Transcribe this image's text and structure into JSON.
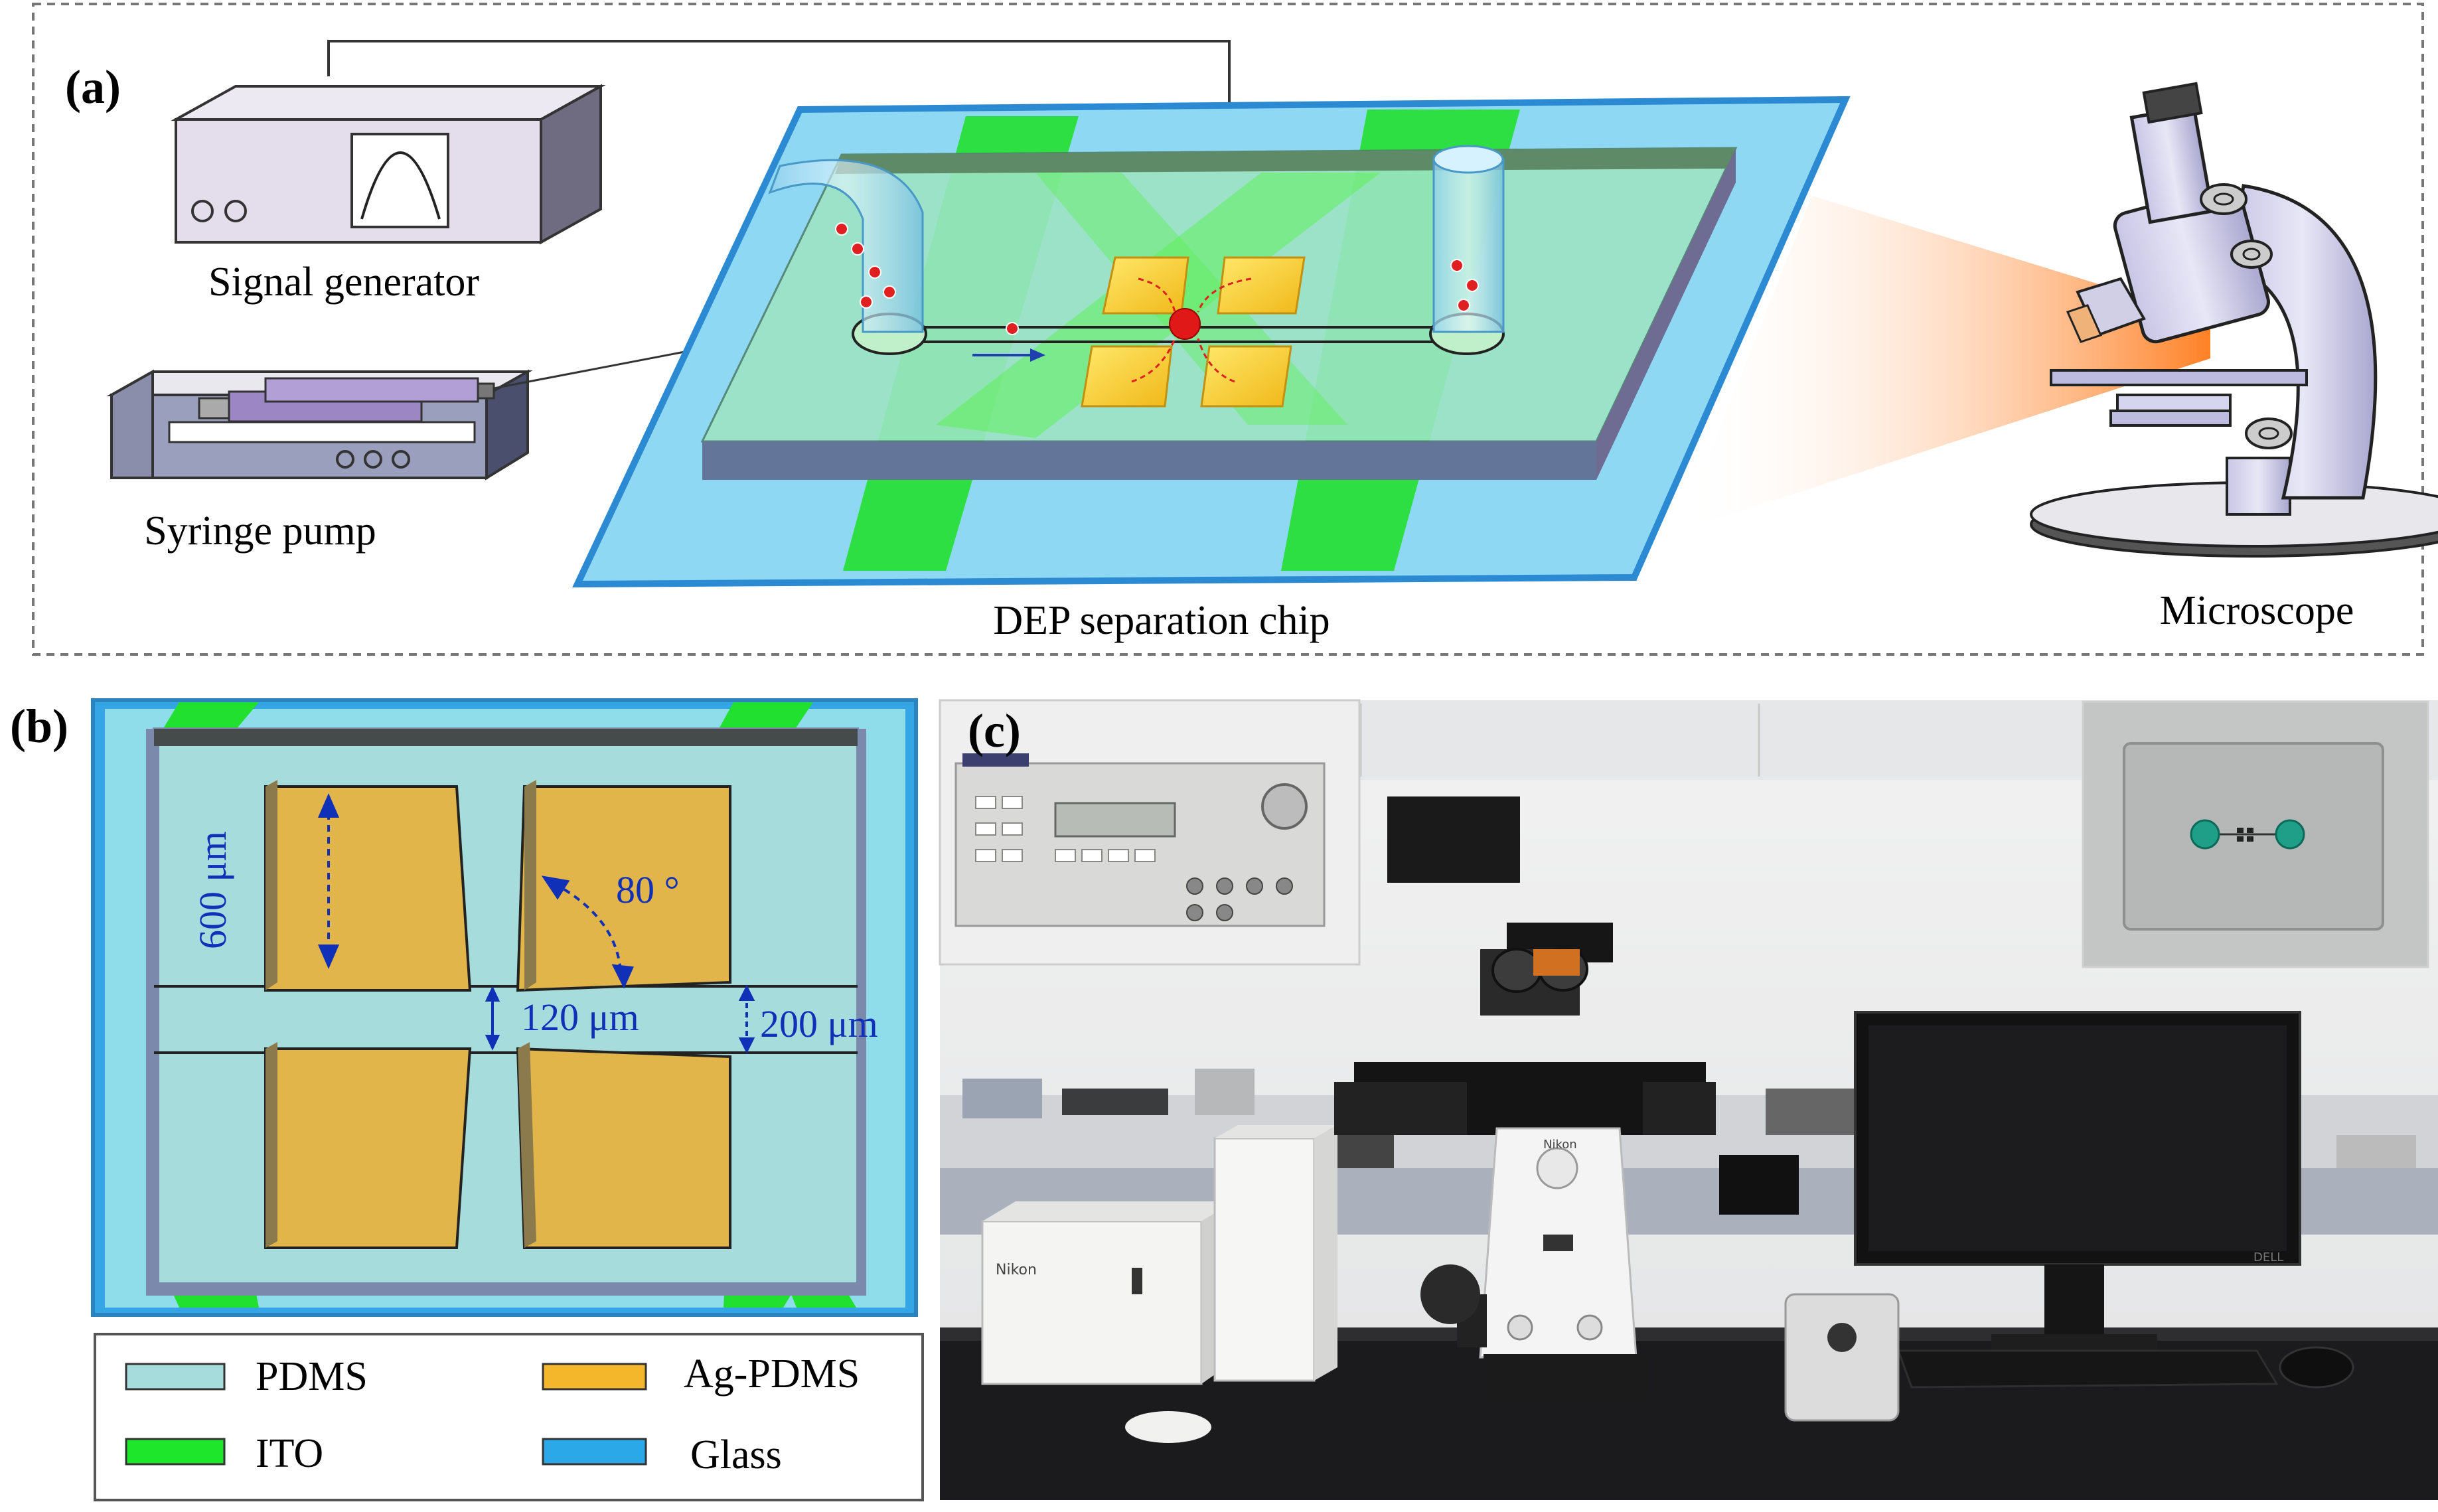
{
  "panel_a": {
    "label": "(a)",
    "signal_generator": "Signal generator",
    "syringe_pump": "Syringe pump",
    "chip": "DEP separation chip",
    "microscope": "Microscope"
  },
  "panel_b": {
    "label": "(b)",
    "dim_600": "600 μm",
    "angle_80": "80 °",
    "gap_120": "120 μm",
    "channel_200": "200 μm",
    "legend": [
      {
        "name": "PDMS",
        "color": "#a7dcdc"
      },
      {
        "name": "Ag-PDMS",
        "color": "#f4b62a"
      },
      {
        "name": "ITO",
        "color": "#1ee62a"
      },
      {
        "name": "Glass",
        "color": "#2aa8e8"
      }
    ]
  },
  "panel_c": {
    "label": "(c)",
    "brand_box": "Nikon",
    "brand_scope": "Nikon",
    "brand_monitor": "DELL"
  },
  "colors": {
    "pdms": "#a7dcdc",
    "ag_pdms": "#e2b54a",
    "ito": "#22e030",
    "glass": "#34a6e6",
    "dimension_blue": "#1030b8",
    "particle_red": "#e02020"
  }
}
